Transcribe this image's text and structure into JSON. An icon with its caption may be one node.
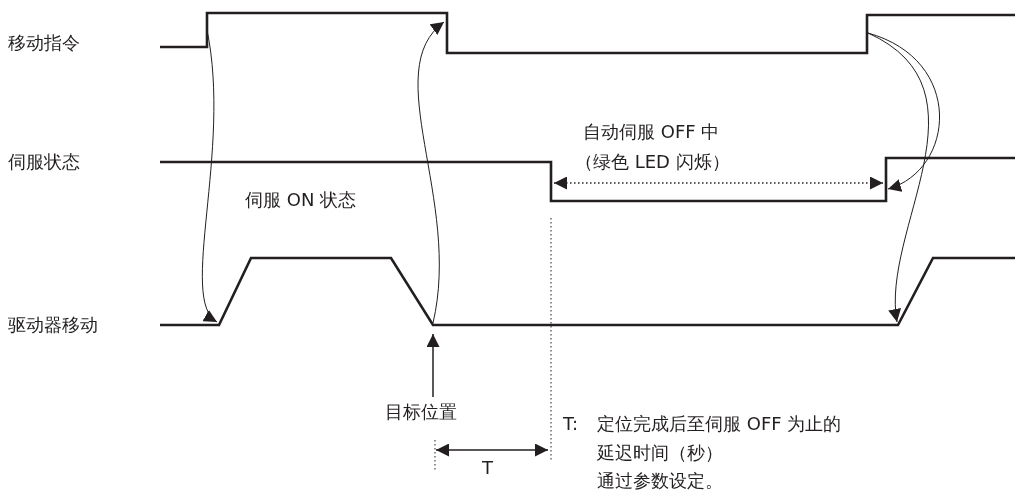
{
  "diagram": {
    "nodes": [
      {
        "text": [],
        "shape": "waveform"
      },
      {
        "text": [],
        "shape": "waveform"
      },
      {
        "text": [],
        "shape": "waveform"
      },
      {
        "text": [
          "目标位置"
        ]
      }
    ],
    "edges": [
      {
        "from": 0,
        "to": 2,
        "arrow": "to"
      },
      {
        "from": 2,
        "to": 0,
        "arrow": "to"
      },
      {
        "from": 0,
        "to": 1,
        "arrow": "to"
      },
      {
        "from": 0,
        "to": 2,
        "arrow": "to"
      },
      {
        "from": 3,
        "to": 2,
        "arrow": "to"
      }
    ],
    "labels": [
      "移动指令",
      "伺服状态",
      "驱动器移动",
      "伺服 ON 状态",
      "自动伺服 OFF 中",
      "（绿色 LED 闪烁）",
      "T",
      "T:",
      "定位完成后至伺服 OFF 为止的",
      "延迟时间（秒）",
      "通过参数设定。"
    ]
  }
}
